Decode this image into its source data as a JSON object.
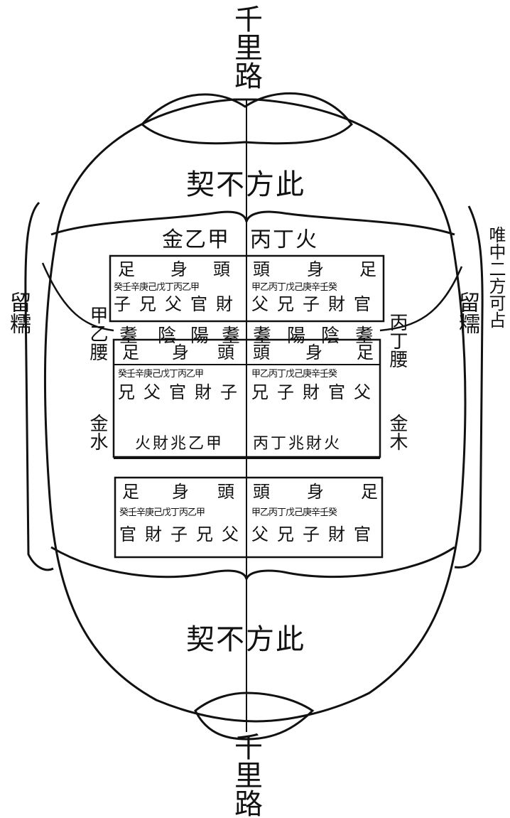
{
  "top_road": "千里路",
  "bottom_road": "千里路",
  "top_phrase": "此方不契",
  "bottom_phrase": "此方不契",
  "right_note": "唯中二方可占",
  "left_retain": "留糯",
  "right_retain": "留糯",
  "left_waist": "甲乙腰",
  "left_waist_elements": "金水",
  "right_waist": "丙丁腰",
  "right_waist_elements": "金木",
  "upper_stems_left": "金乙甲",
  "upper_stems_right": "丙丁火",
  "block1": {
    "left": {
      "head": [
        "足",
        "身",
        "頭"
      ],
      "stems": "癸壬辛庚己戊丁丙乙甲",
      "kin": "子兄父官財",
      "yinyang": [
        "耋",
        "陰",
        "陽",
        "耋"
      ]
    },
    "right": {
      "head": [
        "頭",
        "身",
        "足"
      ],
      "stems": "甲乙丙丁戊己庚辛壬癸",
      "kin": "父兄子財官",
      "yinyang": [
        "耋",
        "陽",
        "陰",
        "耋"
      ]
    }
  },
  "block2": {
    "left": {
      "head": [
        "足",
        "身",
        "頭"
      ],
      "stems": "癸壬辛庚己戊丁丙乙甲",
      "kin": "兄父官財子"
    },
    "right": {
      "head": [
        "頭",
        "身",
        "足"
      ],
      "stems": "甲乙丙丁戊己庚辛壬癸",
      "kin": "兄子財官父"
    }
  },
  "middle_band_left": "火財兆乙甲",
  "middle_band_right": "丙丁兆財火",
  "block3": {
    "left": {
      "head": [
        "足",
        "身",
        "頭"
      ],
      "stems": "癸壬辛庚己戊丁丙乙甲",
      "kin": "官財子兄父"
    },
    "right": {
      "head": [
        "頭",
        "身",
        "足"
      ],
      "stems": "甲乙丙丁戊己庚辛壬癸",
      "kin": "父兄子財官"
    }
  }
}
